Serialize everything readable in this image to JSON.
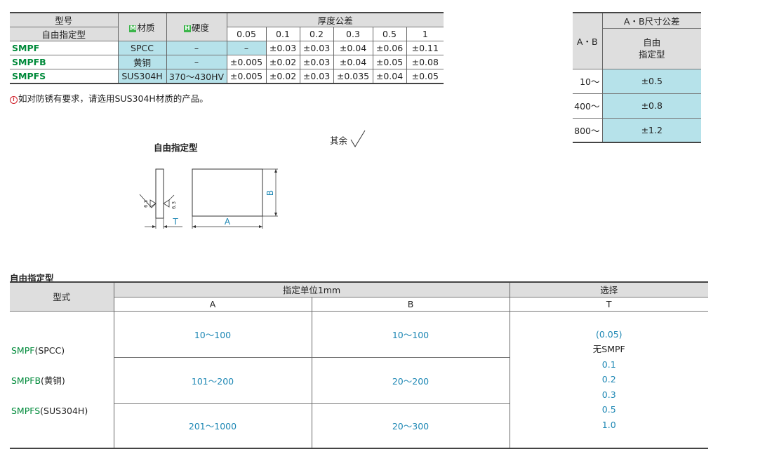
{
  "spec_table": {
    "h_model": "型号",
    "h_custom": "自由指定型",
    "h_material": "材质",
    "h_material_tag": "M",
    "h_hardness": "硬度",
    "h_hardness_tag": "H",
    "h_thickness": "厚度公差",
    "thickness_cols": [
      "0.05",
      "0.1",
      "0.2",
      "0.3",
      "0.5",
      "1"
    ],
    "rows": [
      {
        "model": "SMPF",
        "material": "SPCC",
        "hardness": "–",
        "tol": [
          "–",
          "±0.03",
          "±0.03",
          "±0.04",
          "±0.06",
          "±0.11"
        ]
      },
      {
        "model": "SMPFB",
        "material": "黄铜",
        "hardness": "–",
        "tol": [
          "±0.005",
          "±0.02",
          "±0.03",
          "±0.04",
          "±0.05",
          "±0.08"
        ]
      },
      {
        "model": "SMPFS",
        "material": "SUS304H",
        "hardness": "370～430HV",
        "tol": [
          "±0.005",
          "±0.02",
          "±0.03",
          "±0.035",
          "±0.04",
          "±0.05"
        ]
      }
    ]
  },
  "note": "如对防锈有要求，请选用SUS304H材质的产品。",
  "note_icon": "warning-icon",
  "ab_table": {
    "h_ab": "A・B",
    "h_tol": "A・B尺寸公差",
    "h_custom": "自由\n指定型",
    "rows": [
      {
        "range": "10～",
        "tol": "±0.5"
      },
      {
        "range": "400～",
        "tol": "±0.8"
      },
      {
        "range": "800～",
        "tol": "±1.2"
      }
    ]
  },
  "drawing": {
    "title": "自由指定型",
    "finish": "其余",
    "roughness": "6.3",
    "label_t": "T",
    "label_a": "A",
    "label_b": "B"
  },
  "range_table": {
    "title": "自由指定型",
    "h_type": "型式",
    "h_unit": "指定单位1mm",
    "h_select": "选择",
    "h_a": "A",
    "h_b": "B",
    "h_t": "T",
    "models": [
      {
        "code": "SMPF",
        "material": "(SPCC)"
      },
      {
        "code": "SMPFB",
        "material": "(黄铜)"
      },
      {
        "code": "SMPFS",
        "material": "(SUS304H)"
      }
    ],
    "ranges": [
      {
        "a": "10～100",
        "b": "10～100"
      },
      {
        "a": "101～200",
        "b": "20～200"
      },
      {
        "a": "201～1000",
        "b": "20～300"
      }
    ],
    "t_first": "(0.05)",
    "t_first_note": "无SMPF",
    "t_values": [
      "0.1",
      "0.2",
      "0.3",
      "0.5",
      "1.0"
    ]
  }
}
